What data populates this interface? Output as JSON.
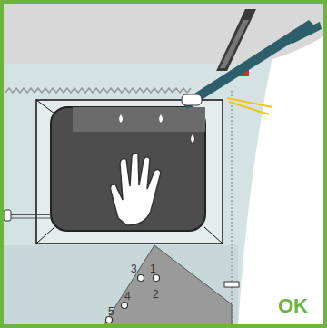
{
  "diagram": {
    "labels": [
      "3",
      "1",
      "2",
      "4",
      "5",
      "OK"
    ]
  }
}
